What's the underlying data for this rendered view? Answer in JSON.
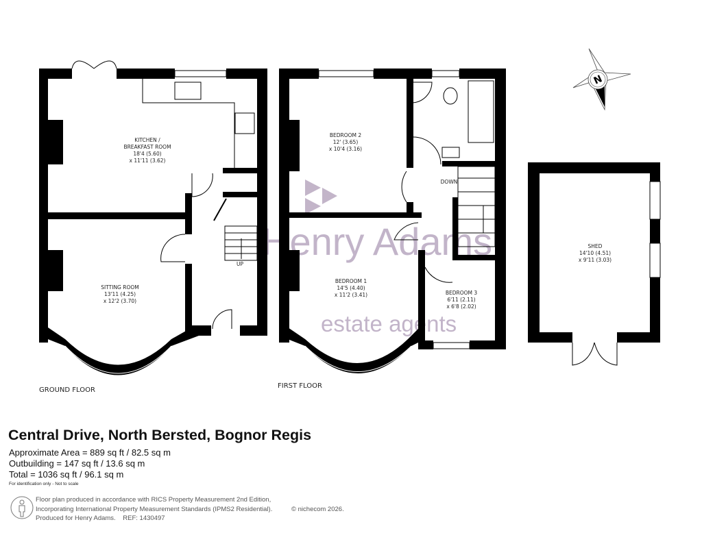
{
  "plan": {
    "ground_floor": {
      "label": "GROUND FLOOR",
      "rooms": [
        {
          "name": "KITCHEN /",
          "name2": "BREAKFAST ROOM",
          "dim1": "18'4 (5.60)",
          "dim2": "x 11'11 (3.62)"
        },
        {
          "name": "SITTING ROOM",
          "dim1": "13'11 (4.25)",
          "dim2": "x 12'2 (3.70)"
        }
      ],
      "stairs_label": "UP"
    },
    "first_floor": {
      "label": "FIRST FLOOR",
      "rooms": [
        {
          "name": "BEDROOM 2",
          "dim1": "12' (3.65)",
          "dim2": "x 10'4 (3.16)"
        },
        {
          "name": "BEDROOM 1",
          "dim1": "14'5 (4.40)",
          "dim2": "x 11'2 (3.41)"
        },
        {
          "name": "BEDROOM 3",
          "dim1": "6'11 (2.11)",
          "dim2": "x 6'8 (2.02)"
        }
      ],
      "stairs_label": "DOWN"
    },
    "outbuilding": {
      "rooms": [
        {
          "name": "SHED",
          "dim1": "14'10 (4.51)",
          "dim2": "x 9'11 (3.03)"
        }
      ]
    },
    "compass": {
      "letter": "N",
      "icon": "compass-north-icon"
    },
    "watermark": {
      "line1": "Henry Adams",
      "line2": "estate agents",
      "color": "#b8a8c0"
    }
  },
  "info": {
    "title": "Central Drive, North Bersted, Bognor Regis",
    "approx_area": "Approximate Area = 889 sq ft / 82.5 sq m",
    "outbuilding": "Outbuilding = 147 sq ft / 13.6 sq m",
    "total": "Total = 1036 sq ft / 96.1 sq m",
    "identification": "For identification only - Not to scale",
    "footer_lines": [
      "Floor plan produced in accordance with RICS Property Measurement 2nd Edition,",
      "Incorporating International Property Measurement Standards (IPMS2 Residential).",
      "Produced for Henry Adams.    REF: 1430497"
    ],
    "copyright": "© nichecom 2026.",
    "person_icon": "person-icon"
  }
}
